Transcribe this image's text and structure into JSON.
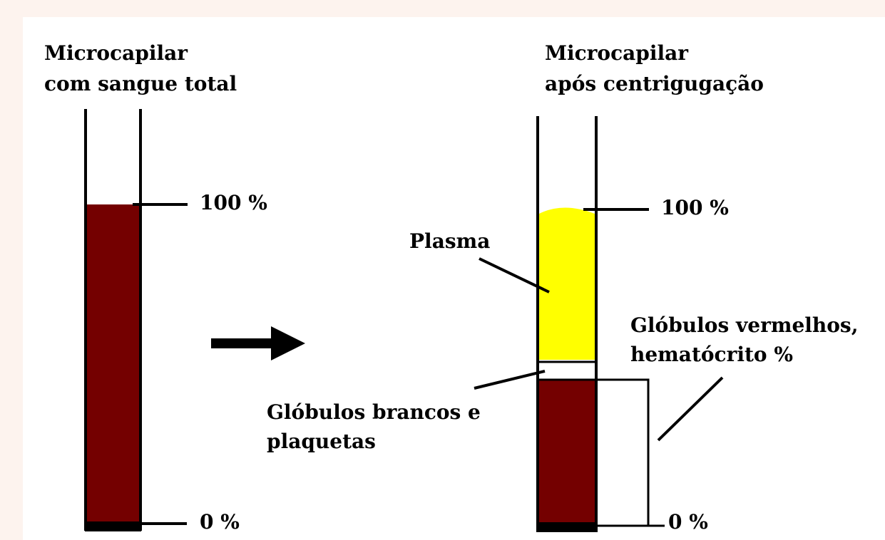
{
  "colors": {
    "page_background": "#fdf3ee",
    "panel_background": "#ffffff",
    "blood": "#740000",
    "plasma": "#ffff00",
    "outline": "#000000"
  },
  "left_tube": {
    "title_line1": "Microcapilar",
    "title_line2": "com sangue total",
    "mark_top": "100 %",
    "mark_bottom": "0 %"
  },
  "right_tube": {
    "title_line1": "Microcapilar",
    "title_line2": "após centrigugação",
    "mark_top": "100 %",
    "mark_bottom": "0 %",
    "plasma_label": "Plasma",
    "white_cells_line1": "Glóbulos brancos e",
    "white_cells_line2": "plaquetas",
    "red_cells_line1": "Glóbulos vermelhos,",
    "red_cells_line2": "hematócrito %"
  },
  "icons": {
    "process": "right-arrow-icon"
  }
}
